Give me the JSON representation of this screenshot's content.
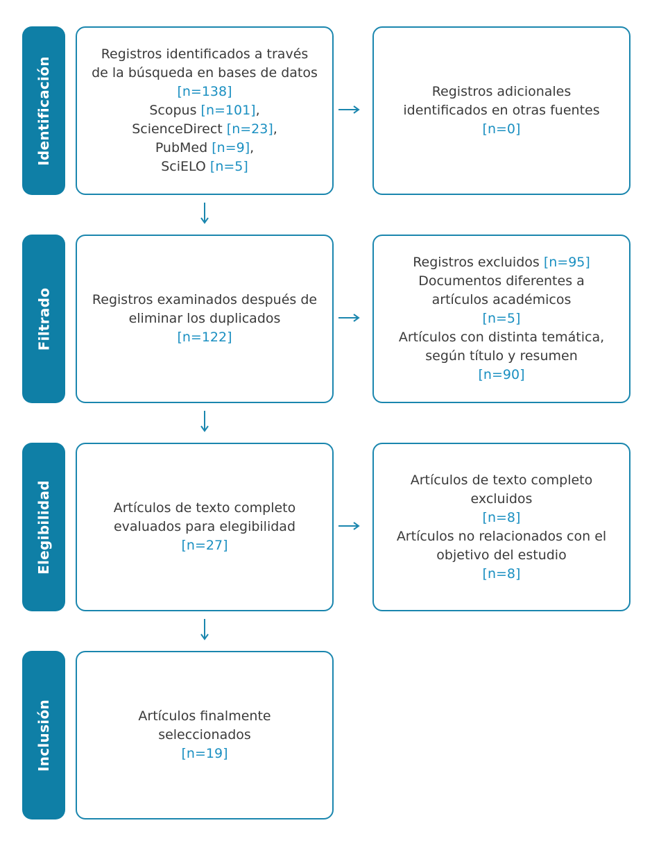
{
  "stages": [
    {
      "id": "identificacion",
      "label": "Identificación"
    },
    {
      "id": "filtrado",
      "label": "Filtrado"
    },
    {
      "id": "elegibilidad",
      "label": "Elegibilidad"
    },
    {
      "id": "inclusion",
      "label": "Inclusión"
    }
  ],
  "identificacion": {
    "main": {
      "text_1": "Registros identificados a través",
      "text_2": "de la búsqueda en bases de datos",
      "total": "[n=138]",
      "scopus_label": "Scopus ",
      "scopus_n": "[n=101]",
      "sciencedirect_label": "ScienceDirect ",
      "sciencedirect_n": "[n=23]",
      "pubmed_label": "PubMed ",
      "pubmed_n": "[n=9]",
      "scielo_label": "SciELO ",
      "scielo_n": "[n=5]",
      "separator": ","
    },
    "side": {
      "text_1": "Registros adicionales",
      "text_2": "identificados en otras fuentes",
      "n": "[n=0]"
    }
  },
  "filtrado": {
    "main": {
      "text_1": "Registros examinados después de",
      "text_2": "eliminar los duplicados",
      "n": "[n=122]"
    },
    "side": {
      "excluded_label": "Registros excluidos ",
      "excluded_n": "[n=95]",
      "reason_1_line_1": "Documentos diferentes a",
      "reason_1_line_2": "artículos académicos",
      "reason_1_n": "[n=5]",
      "reason_2_line_1": "Artículos con distinta temática,",
      "reason_2_line_2": "según título y resumen",
      "reason_2_n": "[n=90]"
    }
  },
  "elegibilidad": {
    "main": {
      "text_1": "Artículos de texto completo",
      "text_2": "evaluados para elegibilidad",
      "n": "[n=27]"
    },
    "side": {
      "text_1": "Artículos de texto completo",
      "text_2": "excluidos",
      "n_1": "[n=8]",
      "text_3": "Artículos no relacionados con el",
      "text_4": "objetivo del estudio",
      "n_2": "[n=8]"
    }
  },
  "inclusion": {
    "main": {
      "text_1": "Artículos finalmente",
      "text_2": "seleccionados",
      "n": "[n=19]"
    }
  },
  "colors": {
    "stage_fill": "#0f7fa6",
    "box_border": "#1a86ae",
    "count_text": "#1a8fc1",
    "body_text": "#3a3a3a"
  },
  "icons": {
    "right_arrow": "arrow-right-icon",
    "down_arrow": "arrow-down-icon"
  }
}
